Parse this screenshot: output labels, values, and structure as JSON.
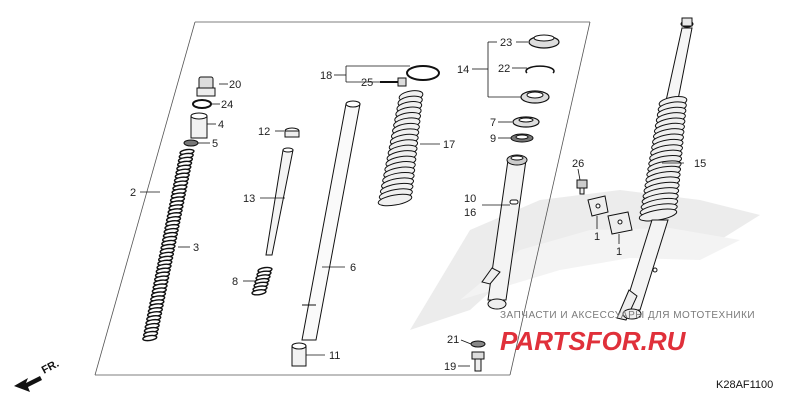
{
  "diagram": {
    "code": "K28AF1100",
    "direction_label": "FR.",
    "watermark": {
      "tagline": "ЗАПЧАСТИ И АКСЕССУАРЫ ДЛЯ МОТОТЕХНИКИ",
      "brand": "PARTSFOR.RU"
    },
    "callouts": [
      {
        "id": "c20",
        "label": "20"
      },
      {
        "id": "c24",
        "label": "24"
      },
      {
        "id": "c4",
        "label": "4"
      },
      {
        "id": "c5",
        "label": "5"
      },
      {
        "id": "c2",
        "label": "2"
      },
      {
        "id": "c3",
        "label": "3"
      },
      {
        "id": "c12",
        "label": "12"
      },
      {
        "id": "c13",
        "label": "13"
      },
      {
        "id": "c8",
        "label": "8"
      },
      {
        "id": "c6",
        "label": "6"
      },
      {
        "id": "c11",
        "label": "11"
      },
      {
        "id": "c18",
        "label": "18"
      },
      {
        "id": "c25",
        "label": "25"
      },
      {
        "id": "c17",
        "label": "17"
      },
      {
        "id": "c14",
        "label": "14"
      },
      {
        "id": "c23",
        "label": "23"
      },
      {
        "id": "c22",
        "label": "22"
      },
      {
        "id": "c7",
        "label": "7"
      },
      {
        "id": "c9",
        "label": "9"
      },
      {
        "id": "c10",
        "label": "10"
      },
      {
        "id": "c16",
        "label": "16"
      },
      {
        "id": "c26",
        "label": "26"
      },
      {
        "id": "c1a",
        "label": "1"
      },
      {
        "id": "c1b",
        "label": "1"
      },
      {
        "id": "c15",
        "label": "15"
      },
      {
        "id": "c21",
        "label": "21"
      },
      {
        "id": "c19",
        "label": "19"
      }
    ]
  }
}
